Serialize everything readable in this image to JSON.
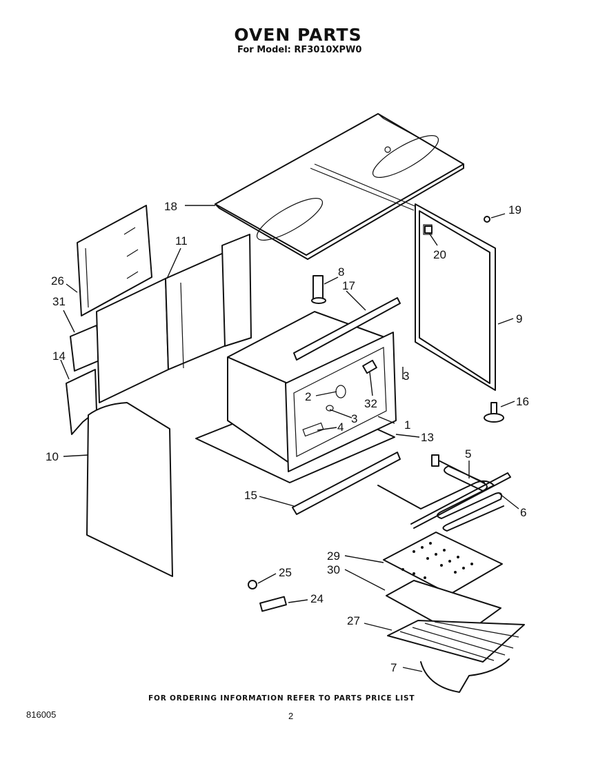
{
  "header": {
    "title": "OVEN PARTS",
    "model_line": "For Model: RF3010XPW0"
  },
  "footer": {
    "ordering_note": "FOR ORDERING INFORMATION REFER TO PARTS PRICE LIST",
    "doc_number": "816005",
    "page_number": "2"
  },
  "callouts": {
    "c1": "1",
    "c2": "2",
    "c3a": "3",
    "c3b": "3",
    "c4": "4",
    "c5": "5",
    "c6": "6",
    "c7": "7",
    "c8": "8",
    "c9": "9",
    "c10": "10",
    "c11": "11",
    "c13": "13",
    "c14": "14",
    "c15": "15",
    "c16": "16",
    "c17": "17",
    "c18": "18",
    "c19": "19",
    "c20": "20",
    "c24": "24",
    "c25": "25",
    "c26": "26",
    "c27": "27",
    "c29": "29",
    "c30": "30",
    "c31": "31",
    "c32": "32"
  }
}
